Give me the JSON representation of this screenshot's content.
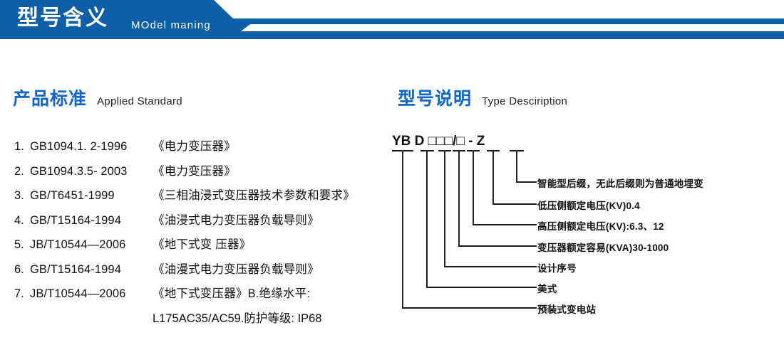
{
  "banner": {
    "title": "型号含义",
    "subtitle": "MOdel maning",
    "color": "#0d60a8"
  },
  "sections": {
    "left": {
      "cn": "产品标准",
      "en": "Applied Standard",
      "accent": "#1166cc"
    },
    "right": {
      "cn": "型号说明",
      "en": "Type Desciription",
      "accent": "#1166cc"
    }
  },
  "standards": [
    {
      "num": "1.",
      "code": "GB1094.1. 2-1996",
      "name": "《电力变压器》"
    },
    {
      "num": "2.",
      "code": "GB1094.3.5- 2003",
      "name": "《电力变压器》"
    },
    {
      "num": "3.",
      "code": "GB/T6451-1999",
      "name": "《三相油浸式变压器技术参数和要求》"
    },
    {
      "num": "4.",
      "code": "GB/T15164-1994",
      "name": "《油浸式电力变压器负载导则》"
    },
    {
      "num": "5.",
      "code": "JB/T10544—2006",
      "name": "《地下式变 压器》"
    },
    {
      "num": "6.",
      "code": "GB/T15164-1994",
      "name": "《油漫式电力变压器负载导则》"
    },
    {
      "num": "7.",
      "code": "JB/T10544—2006",
      "name": "《地下式变压器》B.绝缘水平:"
    }
  ],
  "standards_continuation": "L175AC35/AC59.防护等级: IP68",
  "type_code": {
    "segments": [
      "YB",
      "D",
      "□",
      "□",
      "□",
      "/",
      "□",
      "-",
      "Z"
    ],
    "display": "YB D □□□/□ - Z"
  },
  "legend": [
    {
      "label": "智能型后缀，无此后缀则为普通地埋变"
    },
    {
      "label": "低压侧额定电压(KV)0.4"
    },
    {
      "label": "高压侧额定电压(KV):6.3、12"
    },
    {
      "label": "变压器额定容易(KVA)30-1000"
    },
    {
      "label": "设计序号"
    },
    {
      "label": "美式"
    },
    {
      "label": "预装式变电站"
    }
  ]
}
